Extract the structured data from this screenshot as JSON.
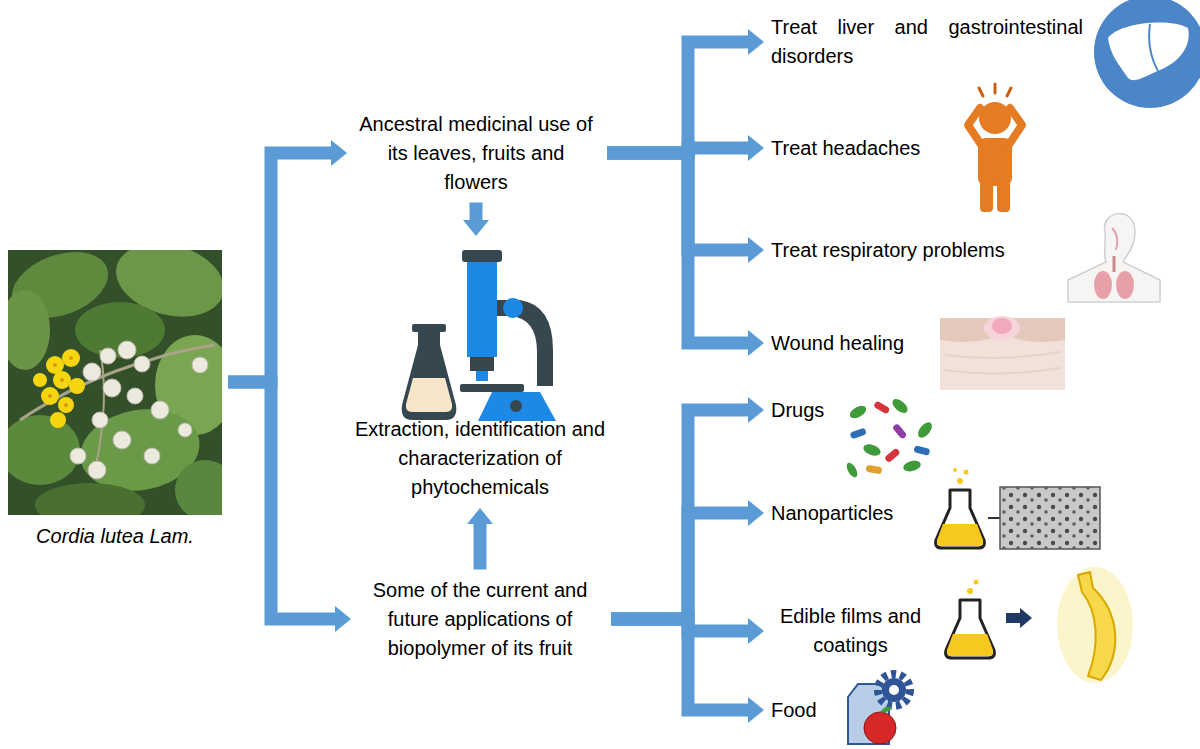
{
  "diagram": {
    "nodes": [
      {
        "text": [
          "Cordia lutea Lam."
        ]
      },
      {
        "text": [
          "Ancestral medicinal use of its leaves, fruits and flowers"
        ]
      },
      {
        "text": [
          "Extraction, identification and characterization of phytochemicals"
        ]
      },
      {
        "text": [
          "Some of the current and future applications of biopolymer of its fruit"
        ]
      },
      {
        "text": [
          "Treat liver and gastrointestinal disorders"
        ]
      },
      {
        "text": [
          "Treat headaches"
        ]
      },
      {
        "text": [
          "Treat respiratory problems"
        ]
      },
      {
        "text": [
          "Wound healing"
        ]
      },
      {
        "text": [
          "Drugs"
        ]
      },
      {
        "text": [
          "Nanoparticles"
        ]
      },
      {
        "text": [
          "Edible films and coatings"
        ]
      },
      {
        "text": [
          "Food"
        ]
      }
    ],
    "edges": [
      {
        "from": 0,
        "to": 1,
        "arrow": "to"
      },
      {
        "from": 0,
        "to": 3,
        "arrow": "to"
      },
      {
        "from": 1,
        "to": 2,
        "arrow": "to"
      },
      {
        "from": 3,
        "to": 2,
        "arrow": "to"
      },
      {
        "from": 1,
        "to": 4,
        "arrow": "to"
      },
      {
        "from": 1,
        "to": 5,
        "arrow": "to"
      },
      {
        "from": 1,
        "to": 6,
        "arrow": "to"
      },
      {
        "from": 1,
        "to": 7,
        "arrow": "to"
      },
      {
        "from": 3,
        "to": 8,
        "arrow": "to"
      },
      {
        "from": 3,
        "to": 9,
        "arrow": "to"
      },
      {
        "from": 3,
        "to": 10,
        "arrow": "to"
      },
      {
        "from": 3,
        "to": 11,
        "arrow": "to"
      }
    ]
  }
}
